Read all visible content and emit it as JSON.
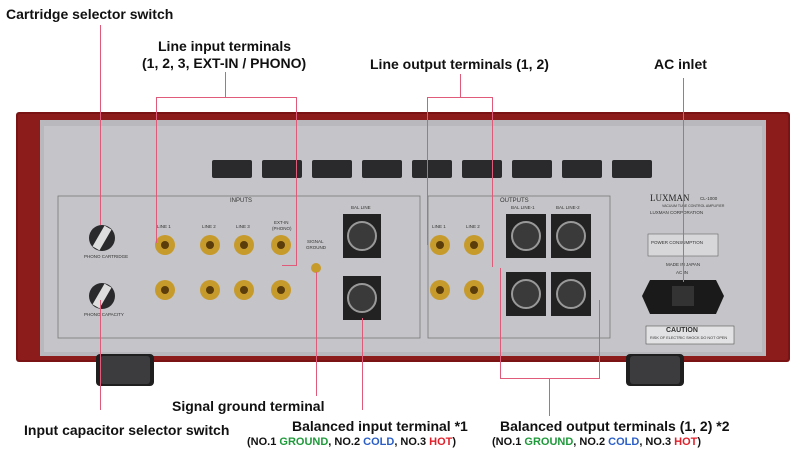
{
  "callouts": {
    "cartridge_selector": "Cartridge selector switch",
    "line_input_title": "Line input terminals",
    "line_input_sub": "(1, 2, 3, EXT-IN / PHONO)",
    "line_output": "Line output terminals (1, 2)",
    "ac_inlet": "AC inlet",
    "signal_ground": "Signal ground terminal",
    "input_capacitor": "Input capacitor selector switch",
    "balanced_input": "Balanced input terminal *1",
    "balanced_output": "Balanced output terminals (1, 2) *2"
  },
  "pin_legend": {
    "open": "(NO.1 ",
    "ground": "GROUND",
    "mid1": ", NO.2 ",
    "cold": "COLD",
    "mid2": ", NO.3 ",
    "hot": "HOT",
    "close": ")"
  },
  "panel": {
    "inputs": "INPUTS",
    "outputs": "OUTPUTS",
    "line1": "LINE 1",
    "line2": "LINE 2",
    "line3": "LINE 3",
    "extin": "EXT-IN",
    "phono": "(PHONO)",
    "signal": "SIGNAL",
    "ground": "GROUND",
    "bal_line": "BAL LINE",
    "bal_line1": "BAL LINE-1",
    "bal_line2": "BAL LINE-2",
    "brand": "LUXMAN",
    "model": "CL-1000",
    "model_sub": "VACUUM TUBE CONTROL AMPLIFIER",
    "corp": "LUXMAN CORPORATION",
    "power": "POWER CONSUMPTION",
    "made": "MADE IN JAPAN",
    "ac_in": "AC IN",
    "phono_cartridge": "PHONO CARTRIDGE",
    "phono_capacity": "PHONO CAPACITY",
    "caution": "CAUTION",
    "caution_sub": "RISK OF ELECTRIC SHOCK DO NOT OPEN"
  }
}
